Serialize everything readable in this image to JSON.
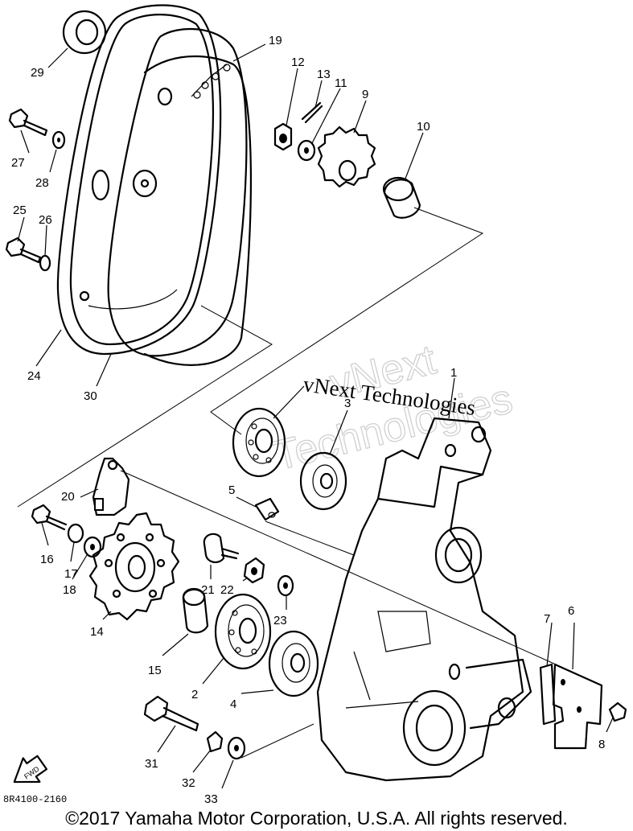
{
  "diagram": {
    "callouts": [
      "29",
      "27",
      "28",
      "25",
      "26",
      "24",
      "30",
      "19",
      "12",
      "13",
      "11",
      "9",
      "10",
      "3",
      "1",
      "20",
      "5",
      "16",
      "17",
      "18",
      "14",
      "21",
      "22",
      "23",
      "15",
      "2",
      "4",
      "7",
      "6",
      "8",
      "31",
      "32",
      "33"
    ],
    "drawing_code": "8R4100-2160",
    "fwd_label": "FWD"
  },
  "watermark": {
    "outline_line1": "vNext",
    "outline_line2": "Technologies",
    "overlay": "vNext Technologies"
  },
  "footer": {
    "copyright": "©2017 Yamaha Motor Corporation, U.S.A. All rights reserved."
  }
}
